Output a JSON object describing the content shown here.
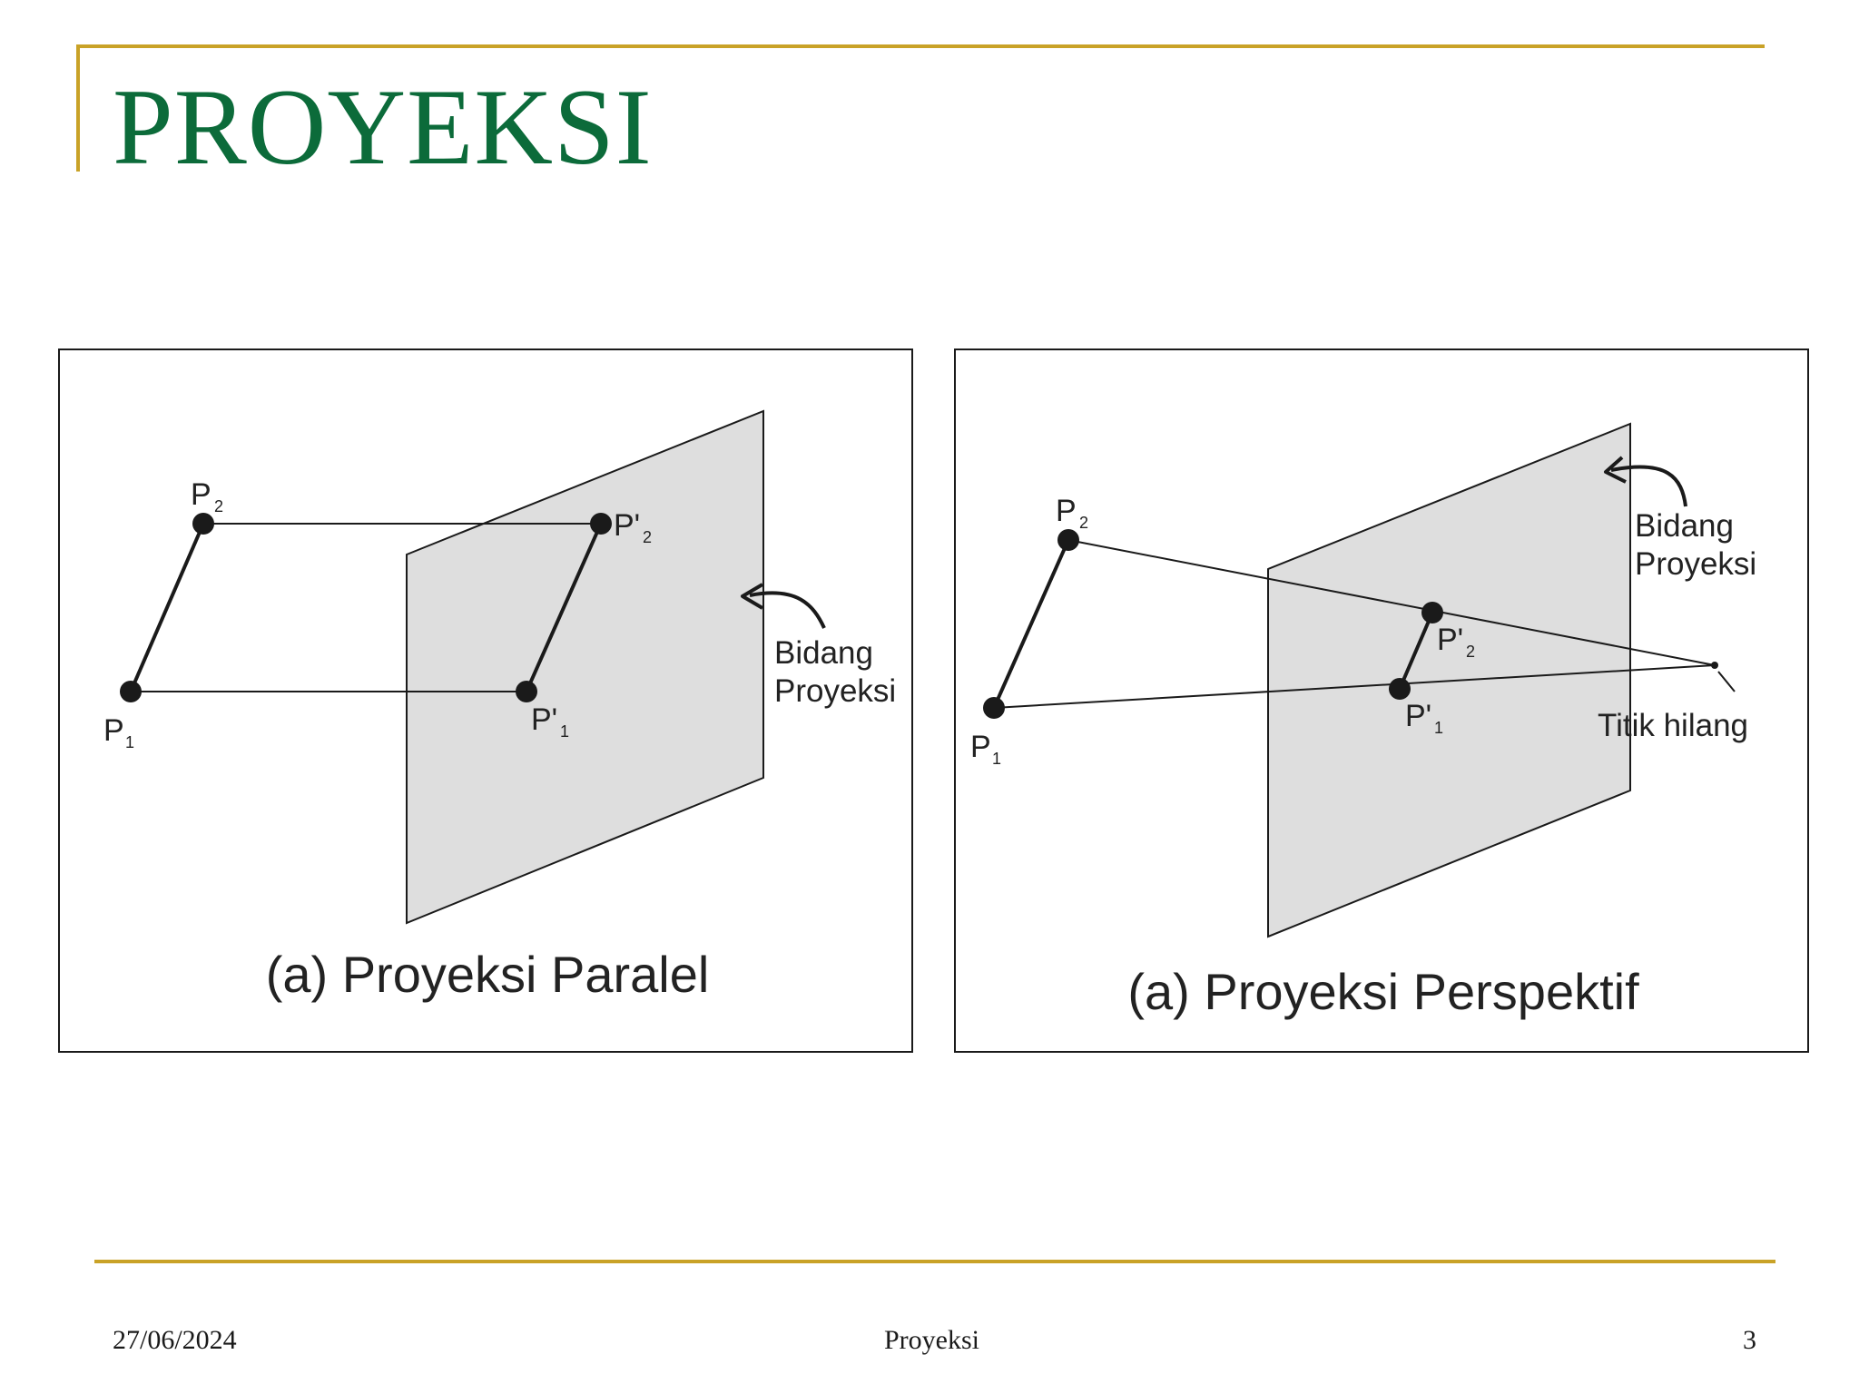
{
  "slide": {
    "title": "PROYEKSI"
  },
  "colors": {
    "title_green": "#0c6b3a",
    "rule_gold": "#c9a227",
    "plane_fill": "#dedede"
  },
  "parallel": {
    "p2": "P",
    "p2_sub": "2",
    "pp2": "P'",
    "pp2_sub": "2",
    "p1": "P",
    "p1_sub": "1",
    "pp1": "P'",
    "pp1_sub": "1",
    "plane_line1": "Bidang",
    "plane_line2": "Proyeksi",
    "caption": "(a) Proyeksi Paralel"
  },
  "perspective": {
    "p2": "P",
    "p2_sub": "2",
    "pp2": "P'",
    "pp2_sub": "2",
    "p1": "P",
    "p1_sub": "1",
    "pp1": "P'",
    "pp1_sub": "1",
    "plane_line1": "Bidang",
    "plane_line2": "Proyeksi",
    "vanishing": "Titik hilang",
    "caption": "(a) Proyeksi Perspektif"
  },
  "footer": {
    "date": "27/06/2024",
    "title": "Proyeksi",
    "page": "3"
  }
}
